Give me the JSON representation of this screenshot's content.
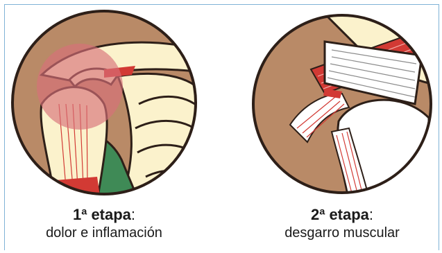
{
  "panels": [
    {
      "stage_label": "1ª etapa",
      "colon": ":",
      "description": "dolor e inflamación"
    },
    {
      "stage_label": "2ª etapa",
      "colon": ":",
      "description": "desgarro muscular"
    }
  ],
  "colors": {
    "frame": "#7fb2d6",
    "skin": "#b98a67",
    "bone": "#fbf2cc",
    "outline": "#2d1f18",
    "muscle": "#d23a34",
    "inflammation": "#d7707a",
    "green": "#3f8a56"
  }
}
